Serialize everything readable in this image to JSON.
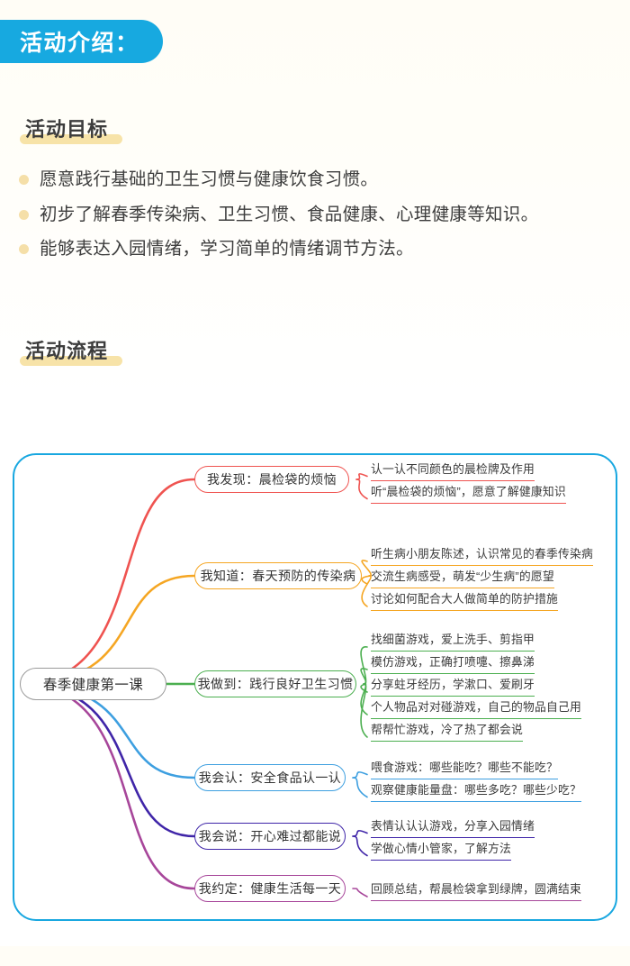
{
  "banner": {
    "title": "活动介绍：",
    "color": "#17a9e0"
  },
  "sections": {
    "goals": {
      "heading": "活动目标",
      "highlight_color": "#f7e3a8",
      "bullet_color": "#f5dfa8",
      "items": [
        "愿意践行基础的卫生习惯与健康饮食习惯。",
        "初步了解春季传染病、卫生习惯、食品健康、心理健康等知识。",
        "能够表达入园情绪，学习简单的情绪调节方法。"
      ]
    },
    "flow": {
      "heading": "活动流程",
      "frame_color": "#18a7e0"
    }
  },
  "mindmap": {
    "root": {
      "label": "春季健康第一课",
      "color": "#9a9a9a"
    },
    "branches": [
      {
        "label": "我发现：晨检袋的烦恼",
        "color": "#ef5350",
        "leaves": [
          "认一认不同颜色的晨检牌及作用",
          "听“晨检袋的烦恼”，愿意了解健康知识"
        ]
      },
      {
        "label": "我知道：春天预防的传染病",
        "color": "#f5a623",
        "leaves": [
          "听生病小朋友陈述，认识常见的春季传染病",
          "交流生病感受，萌发“少生病”的愿望",
          "讨论如何配合大人做简单的防护措施"
        ]
      },
      {
        "label": "我做到：践行良好卫生习惯",
        "color": "#4caf50",
        "leaves": [
          "找细菌游戏，爱上洗手、剪指甲",
          "模仿游戏，正确打喷嚏、擦鼻涕",
          "分享蛀牙经历，学漱口、爱刷牙",
          "个人物品对对碰游戏，自己的物品自己用",
          "帮帮忙游戏，冷了热了都会说"
        ]
      },
      {
        "label": "我会认：安全食品认一认",
        "color": "#3d9fe0",
        "leaves": [
          "喂食游戏：哪些能吃？哪些不能吃？",
          "观察健康能量盘：哪些多吃？哪些少吃？"
        ]
      },
      {
        "label": "我会说：开心难过都能说",
        "color": "#3f25a8",
        "leaves": [
          "表情认认认游戏，分享入园情绪",
          "学做心情小管家，了解方法"
        ]
      },
      {
        "label": "我约定：健康生活每一天",
        "color": "#a7469a",
        "leaves": [
          "回顾总结，帮晨检袋拿到绿牌，圆满结束"
        ]
      }
    ]
  }
}
